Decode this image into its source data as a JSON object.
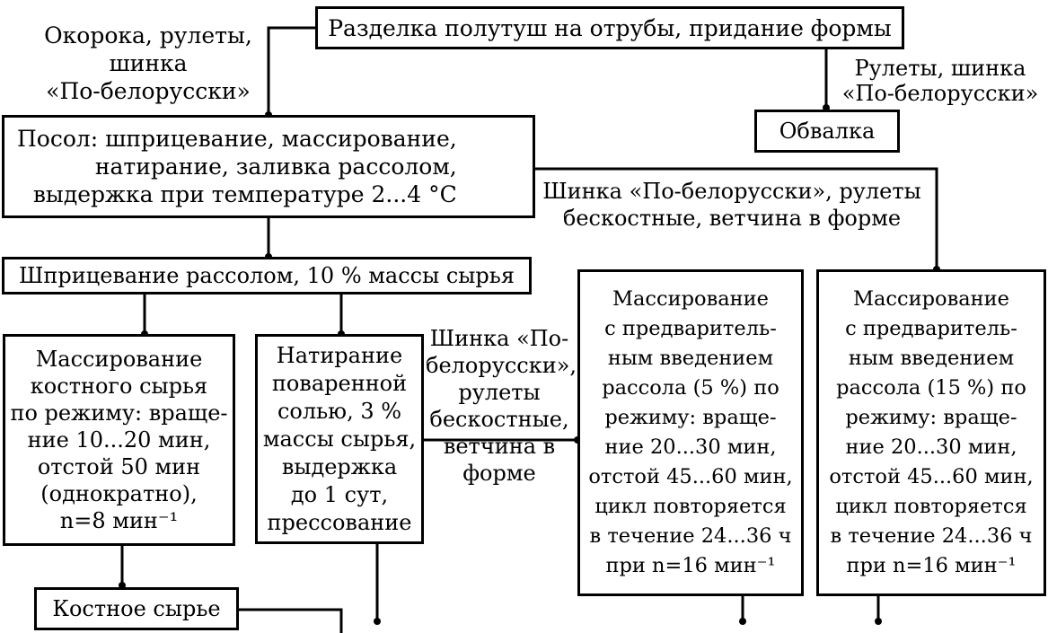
{
  "boxes": {
    "cutting": "Разделка полутуш на отрубы, придание формы",
    "deboning": "Обвалка",
    "salting": "Посол: шприцевание, массирование,\nнатирание, заливка рассолом,\nвыдержка при температуре 2...4 °С",
    "injection": "Шприцевание рассолом, 10 % массы сырья",
    "massage_bone": "Массирование\nкостного сырья\nпо режиму: враще-\nние 10...20 мин,\nотстой 50 мин\n(однократно),\nn=8 мин⁻¹",
    "rubbing": "Натирание\nповаренной\nсолью, 3 %\nмассы сырья,\nвыдержка\nдо 1 сут,\nпрессование",
    "massage_5": "Массирование\nс предваритель-\nным введением\nрассола (5 %) по\nрежиму: враще-\nние 20...30 мин,\nотстой 45...60 мин,\nцикл повторяется\nв течение 24...36 ч\nпри n=16 мин⁻¹",
    "massage_15": "Массирование\nс предваритель-\nным введением\nрассола (15 %) по\nрежиму: враще-\nние 20...30 мин,\nотстой 45...60 мин,\nцикл повторяется\nв течение 24...36 ч\nпри n=16 мин⁻¹",
    "bone_raw": "Костное сырье"
  },
  "labels": {
    "hams": "Окорока, рулеты,\nшинка\n«По-белорусски»",
    "rolls_top": "Рулеты, шинка\n«По-белорусски»",
    "ham_right": "Шинка «По-белорусски», рулеты\nбескостные, ветчина в форме",
    "ham_middle": "Шинка «По-\nбелорусски»,\nрулеты\nбескостные,\nветчина в\nформе"
  }
}
